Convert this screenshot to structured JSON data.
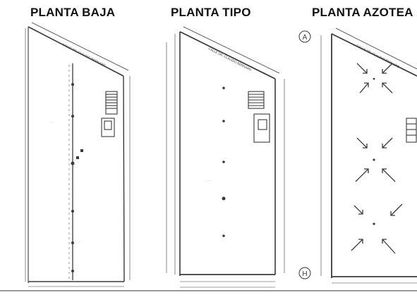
{
  "titles": {
    "planta_baja": "PLANTA BAJA",
    "planta_tipo": "PLANTA TIPO",
    "planta_azotea": "PLANTA AZOTEA"
  },
  "street_label": "CALLE DR. CLAUDIO BERNARD",
  "grid_axes": {
    "top": "A",
    "bottom": "H"
  },
  "colors": {
    "ink": "#3a3a3a",
    "faint": "#8a8a8a",
    "title": "#111111",
    "divider": "#9a9a9a"
  }
}
